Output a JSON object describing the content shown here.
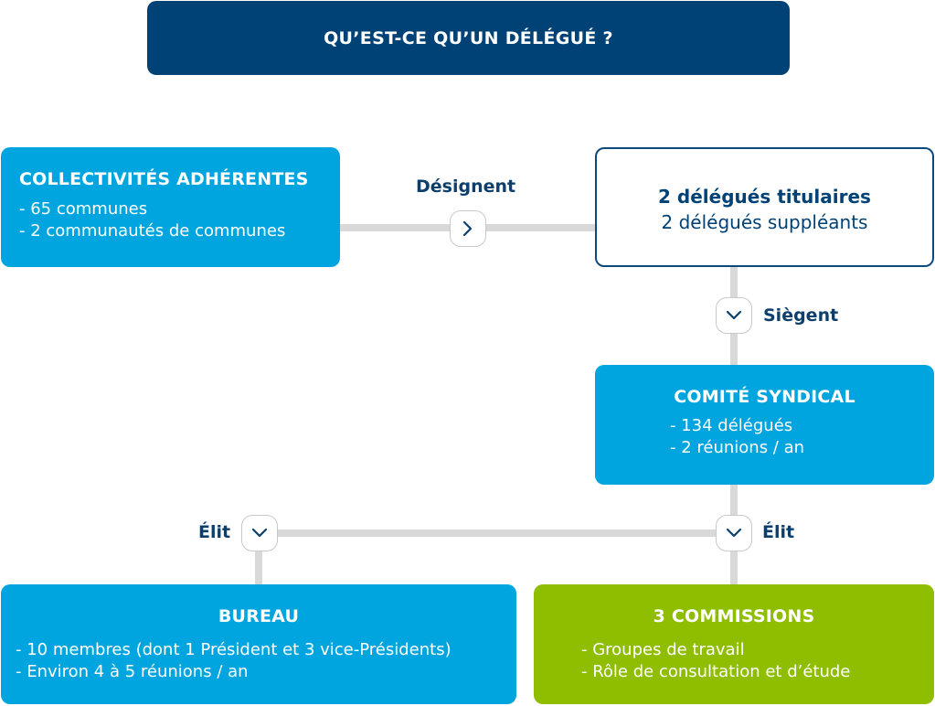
{
  "title": "QU’EST-CE QU’UN DÉLÉGUÉ ?",
  "collectivites": {
    "title": "COLLECTIVITÉS ADHÉRENTES",
    "lines": [
      "- 65 communes",
      "- 2 communautés de communes"
    ]
  },
  "delegues": {
    "line1": "2 délégués titulaires",
    "line2": "2 délégués suppléants"
  },
  "comite": {
    "title": "COMITÉ SYNDICAL",
    "lines": [
      "- 134 délégués",
      "- 2 réunions / an"
    ]
  },
  "bureau": {
    "title": "BUREAU",
    "lines": [
      "- 10 membres (dont 1 Président et 3 vice-Présidents)",
      "- Environ 4 à 5 réunions / an"
    ]
  },
  "commissions": {
    "title": "3 COMMISSIONS",
    "lines": [
      "- Groupes de travail",
      "- Rôle de consultation et d’étude"
    ]
  },
  "connectors": {
    "designent": "Désignent",
    "siegent": "Siègent",
    "elit_left": "Élit",
    "elit_right": "Élit"
  },
  "colors": {
    "navy": "#004176",
    "blue": "#00a5df",
    "green": "#8fbd00",
    "connector": "#d9d9d9"
  },
  "icons": {
    "designent": "chevron-right-icon",
    "siegent": "chevron-down-icon",
    "elit_left": "chevron-down-icon",
    "elit_right": "chevron-down-icon"
  }
}
